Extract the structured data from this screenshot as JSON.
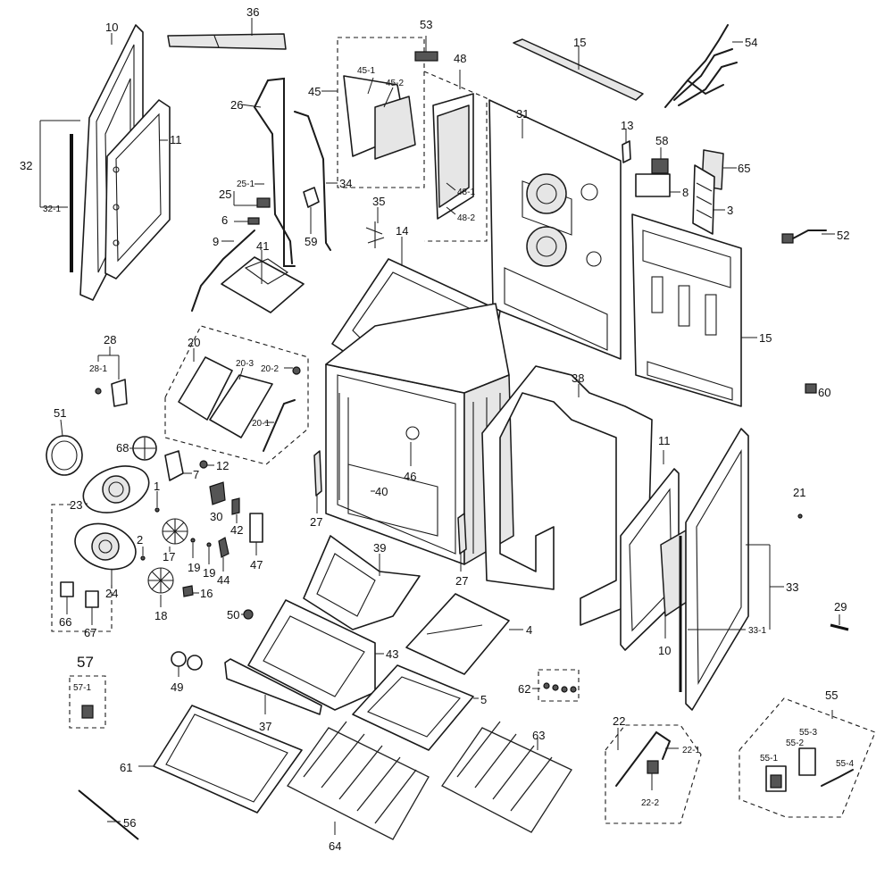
{
  "labels": [
    {
      "id": "10a",
      "text": "10"
    },
    {
      "id": "36",
      "text": "36"
    },
    {
      "id": "53",
      "text": "53"
    },
    {
      "id": "15a",
      "text": "15"
    },
    {
      "id": "54",
      "text": "54"
    },
    {
      "id": "48",
      "text": "48"
    },
    {
      "id": "45",
      "text": "45"
    },
    {
      "id": "45-1",
      "text": "45-1"
    },
    {
      "id": "45-2",
      "text": "45-2"
    },
    {
      "id": "26",
      "text": "26"
    },
    {
      "id": "31",
      "text": "31"
    },
    {
      "id": "13",
      "text": "13"
    },
    {
      "id": "58",
      "text": "58"
    },
    {
      "id": "65",
      "text": "65"
    },
    {
      "id": "11a",
      "text": "11"
    },
    {
      "id": "32",
      "text": "32"
    },
    {
      "id": "32-1",
      "text": "32-1"
    },
    {
      "id": "25-1",
      "text": "25-1"
    },
    {
      "id": "25",
      "text": "25"
    },
    {
      "id": "34",
      "text": "34"
    },
    {
      "id": "48-1",
      "text": "48-1"
    },
    {
      "id": "8",
      "text": "8"
    },
    {
      "id": "3",
      "text": "3"
    },
    {
      "id": "6",
      "text": "6"
    },
    {
      "id": "59",
      "text": "59"
    },
    {
      "id": "35",
      "text": "35"
    },
    {
      "id": "48-2",
      "text": "48-2"
    },
    {
      "id": "52",
      "text": "52"
    },
    {
      "id": "9",
      "text": "9"
    },
    {
      "id": "41",
      "text": "41"
    },
    {
      "id": "14",
      "text": "14"
    },
    {
      "id": "15b",
      "text": "15"
    },
    {
      "id": "28",
      "text": "28"
    },
    {
      "id": "20",
      "text": "20"
    },
    {
      "id": "20-3",
      "text": "20-3"
    },
    {
      "id": "20-2",
      "text": "20-2"
    },
    {
      "id": "28-1",
      "text": "28-1"
    },
    {
      "id": "38",
      "text": "38"
    },
    {
      "id": "60",
      "text": "60"
    },
    {
      "id": "20-1",
      "text": "20-1"
    },
    {
      "id": "51",
      "text": "51"
    },
    {
      "id": "68",
      "text": "68"
    },
    {
      "id": "46",
      "text": "46"
    },
    {
      "id": "11b",
      "text": "11"
    },
    {
      "id": "12",
      "text": "12"
    },
    {
      "id": "7",
      "text": "7"
    },
    {
      "id": "1",
      "text": "1"
    },
    {
      "id": "23",
      "text": "23"
    },
    {
      "id": "40",
      "text": "40"
    },
    {
      "id": "21",
      "text": "21"
    },
    {
      "id": "30",
      "text": "30"
    },
    {
      "id": "27a",
      "text": "27"
    },
    {
      "id": "42",
      "text": "42"
    },
    {
      "id": "17",
      "text": "17"
    },
    {
      "id": "2",
      "text": "2"
    },
    {
      "id": "19a",
      "text": "19"
    },
    {
      "id": "19b",
      "text": "19"
    },
    {
      "id": "47",
      "text": "47"
    },
    {
      "id": "24",
      "text": "24"
    },
    {
      "id": "44",
      "text": "44"
    },
    {
      "id": "39",
      "text": "39"
    },
    {
      "id": "33",
      "text": "33"
    },
    {
      "id": "27b",
      "text": "27"
    },
    {
      "id": "4",
      "text": "4"
    },
    {
      "id": "16",
      "text": "16"
    },
    {
      "id": "18",
      "text": "18"
    },
    {
      "id": "66",
      "text": "66"
    },
    {
      "id": "67",
      "text": "67"
    },
    {
      "id": "50",
      "text": "50"
    },
    {
      "id": "29",
      "text": "29"
    },
    {
      "id": "33-1",
      "text": "33-1"
    },
    {
      "id": "43",
      "text": "43"
    },
    {
      "id": "10b",
      "text": "10"
    },
    {
      "id": "57",
      "text": "57"
    },
    {
      "id": "57-1",
      "text": "57-1"
    },
    {
      "id": "49",
      "text": "49"
    },
    {
      "id": "62",
      "text": "62"
    },
    {
      "id": "5",
      "text": "5"
    },
    {
      "id": "55",
      "text": "55"
    },
    {
      "id": "37",
      "text": "37"
    },
    {
      "id": "22",
      "text": "22"
    },
    {
      "id": "55-3",
      "text": "55-3"
    },
    {
      "id": "55-2",
      "text": "55-2"
    },
    {
      "id": "63",
      "text": "63"
    },
    {
      "id": "22-1",
      "text": "22-1"
    },
    {
      "id": "55-1",
      "text": "55-1"
    },
    {
      "id": "61",
      "text": "61"
    },
    {
      "id": "55-4",
      "text": "55-4"
    },
    {
      "id": "22-2",
      "text": "22-2"
    },
    {
      "id": "56",
      "text": "56"
    },
    {
      "id": "64",
      "text": "64"
    }
  ]
}
